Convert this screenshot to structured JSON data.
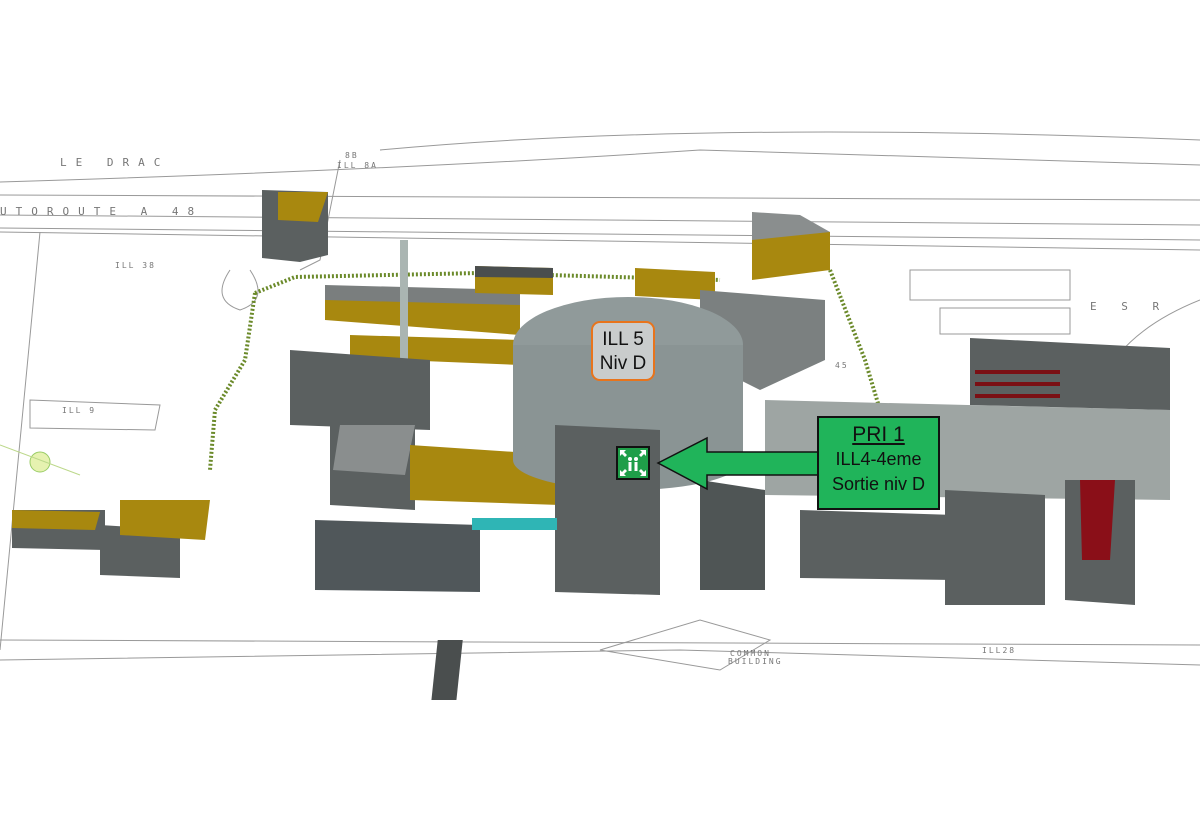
{
  "map_labels": {
    "river": "LE DRAC",
    "highway": "UTOROUTE A 48",
    "ill8a": "ILL 8A",
    "8b": "8B",
    "ill38": "ILL 38",
    "ill9": "ILL 9",
    "esrf": "E S R",
    "b45": "45",
    "common_building_1": "COMMON",
    "common_building_2": "BUILDING",
    "ill28": "ILL28"
  },
  "callouts": {
    "ill5": {
      "line1": "ILL 5",
      "line2": "Niv D"
    },
    "pri1": {
      "title": "PRI 1",
      "line1": "ILL4-4eme",
      "line2": "Sortie niv D"
    }
  },
  "colors": {
    "arrow": "#20b45a",
    "callout_border": "#e8741c",
    "building_gray": "#5b6060",
    "roof_mustard": "#a8880f"
  },
  "icons": {
    "assembly_point": "assembly-point-icon"
  }
}
